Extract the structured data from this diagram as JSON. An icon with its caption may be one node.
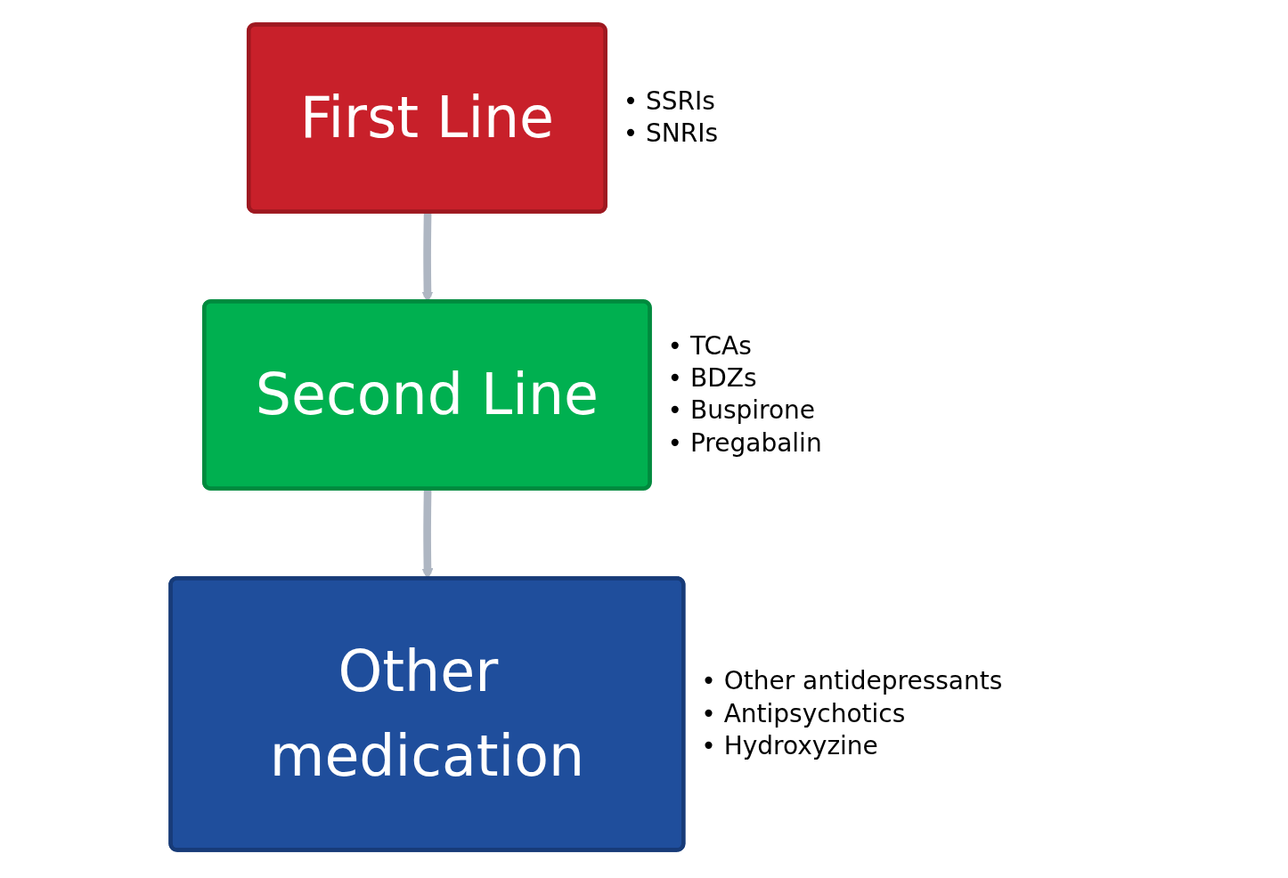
{
  "diagram": {
    "nodes": [
      {
        "text": [
          "First Line"
        ],
        "beside": [
          "• SSRIs",
          "• SNRIs"
        ]
      },
      {
        "text": [
          "Second Line"
        ],
        "beside": [
          "• TCAs",
          "• BDZs",
          "• Buspirone",
          "• Pregabalin"
        ]
      },
      {
        "text": [
          "Other medication"
        ],
        "beside": [
          "• Other antidepressants",
          "• Antipsychotics",
          "• Hydroxyzine"
        ]
      }
    ],
    "edges": [
      {
        "from": 0,
        "to": 1,
        "arrow": "to"
      },
      {
        "from": 1,
        "to": 2,
        "arrow": "to"
      }
    ]
  }
}
